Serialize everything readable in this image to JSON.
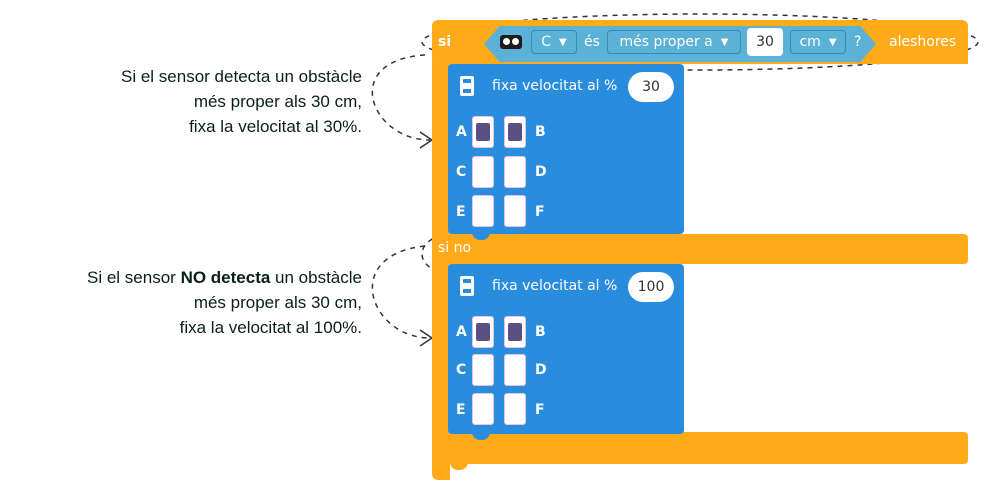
{
  "annotations": {
    "first": {
      "line1": "Si el sensor detecta un obstàcle",
      "line2": "més proper als 30 cm,",
      "line3": "fixa la velocitat al 30%."
    },
    "second": {
      "line1_pre": "Si el sensor ",
      "line1_bold": "NO detecta",
      "line1_post": " un obstàcle",
      "line2": "més proper als 30 cm,",
      "line3": "fixa la velocitat al 100%."
    }
  },
  "if_block": {
    "if_label": "si",
    "then_label": "aleshores",
    "else_label": "si no",
    "condition": {
      "sensor_icon": "distance-sensor-icon",
      "port": "C",
      "is_label": "és",
      "comparison": "més proper a",
      "value": "30",
      "unit": "cm",
      "question": "?"
    }
  },
  "speed_blocks": [
    {
      "title": "fixa velocitat al %",
      "value": "30",
      "ports": [
        {
          "label": "A",
          "selected": true
        },
        {
          "label": "B",
          "selected": true
        },
        {
          "label": "C",
          "selected": false
        },
        {
          "label": "D",
          "selected": false
        },
        {
          "label": "E",
          "selected": false
        },
        {
          "label": "F",
          "selected": false
        }
      ]
    },
    {
      "title": "fixa velocitat al %",
      "value": "100",
      "ports": [
        {
          "label": "A",
          "selected": true
        },
        {
          "label": "B",
          "selected": true
        },
        {
          "label": "C",
          "selected": false
        },
        {
          "label": "D",
          "selected": false
        },
        {
          "label": "E",
          "selected": false
        },
        {
          "label": "F",
          "selected": false
        }
      ]
    }
  ],
  "colors": {
    "control": "#ffab19",
    "sensor": "#5cb1d6",
    "motor": "#2a8cdc",
    "selected_port": "#5a4f80"
  }
}
